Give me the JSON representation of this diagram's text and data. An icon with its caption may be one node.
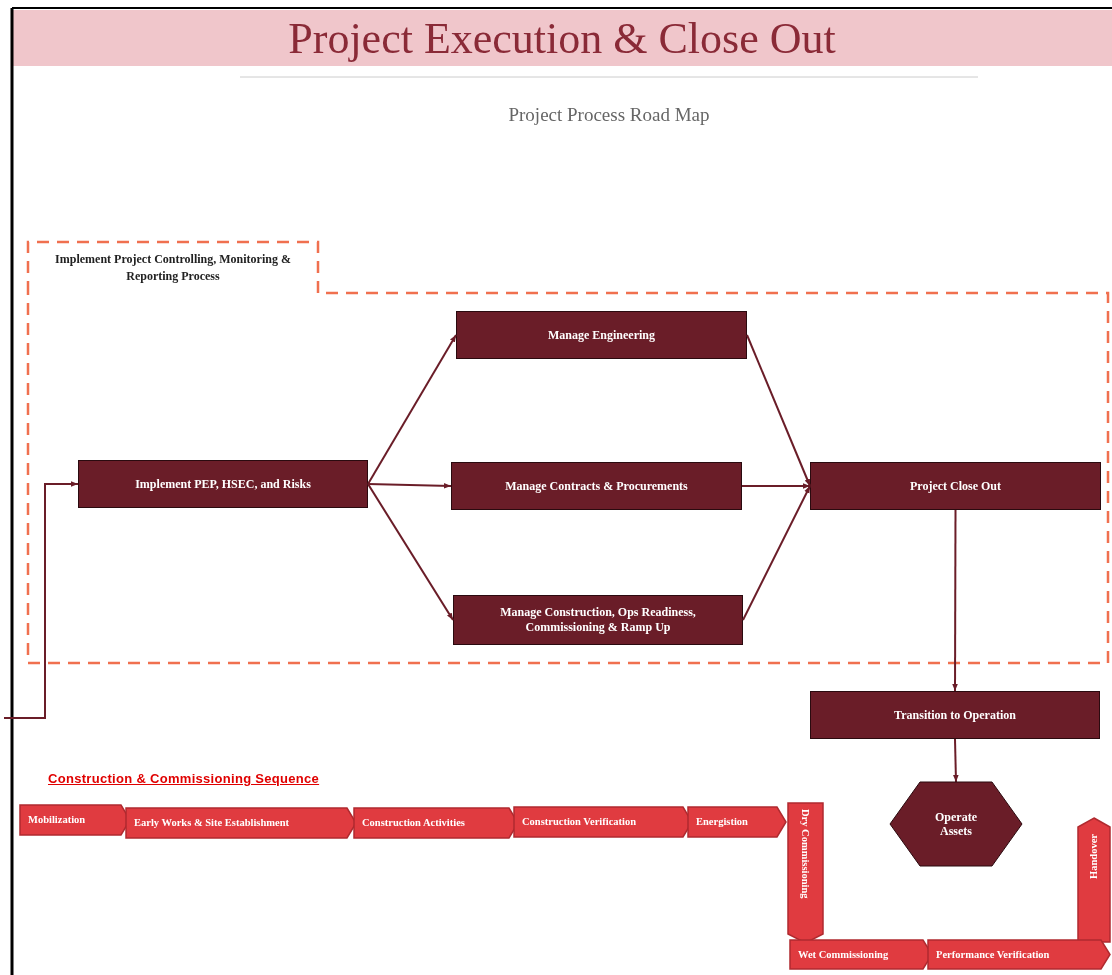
{
  "diagram": {
    "title": "Project Execution & Close Out",
    "nodes": [
      {
        "text": [
          "Implement Project Controlling, Monitoring & Reporting Process"
        ]
      },
      {
        "text": [
          "Implement PEP, HSEC, and Risks"
        ],
        "in": 0
      },
      {
        "text": [
          "Manage Engineering"
        ],
        "in": 0
      },
      {
        "text": [
          "Manage Contracts & Procurements"
        ],
        "in": 0
      },
      {
        "text": [
          "Manage Construction, Ops Readiness, Commissioning & Ramp Up"
        ],
        "in": 0
      },
      {
        "text": [
          "Project Close Out"
        ],
        "in": 0
      },
      {
        "text": [
          "Transition to Operation"
        ]
      },
      {
        "text": [
          "Operate Assets"
        ]
      },
      {
        "text": [
          "Mobilization"
        ]
      },
      {
        "text": [
          "Early Works & Site Establishment"
        ]
      },
      {
        "text": [
          "Construction Activities"
        ]
      },
      {
        "text": [
          "Construction Verification"
        ]
      },
      {
        "text": [
          "Energistion"
        ]
      },
      {
        "text": [
          "Dry Commissioning"
        ]
      },
      {
        "text": [
          "Handover"
        ]
      },
      {
        "text": [
          "Wet Commissioning"
        ]
      },
      {
        "text": [
          "Performance Verification"
        ]
      }
    ],
    "edges": [
      {
        "from": null,
        "to": 1,
        "arrow": "to"
      },
      {
        "from": 1,
        "to": 2,
        "arrow": "to"
      },
      {
        "from": 1,
        "to": 3,
        "arrow": "to"
      },
      {
        "from": 1,
        "to": 4,
        "arrow": "to"
      },
      {
        "from": 2,
        "to": 5,
        "arrow": "to"
      },
      {
        "from": 3,
        "to": 5,
        "arrow": "to"
      },
      {
        "from": 4,
        "to": 5,
        "arrow": "to"
      },
      {
        "from": 5,
        "to": 6,
        "arrow": "to"
      },
      {
        "from": 6,
        "to": 7,
        "arrow": "to"
      }
    ],
    "labels": [
      "Project Process Road Map",
      "Construction & Commissioning Sequence"
    ]
  }
}
